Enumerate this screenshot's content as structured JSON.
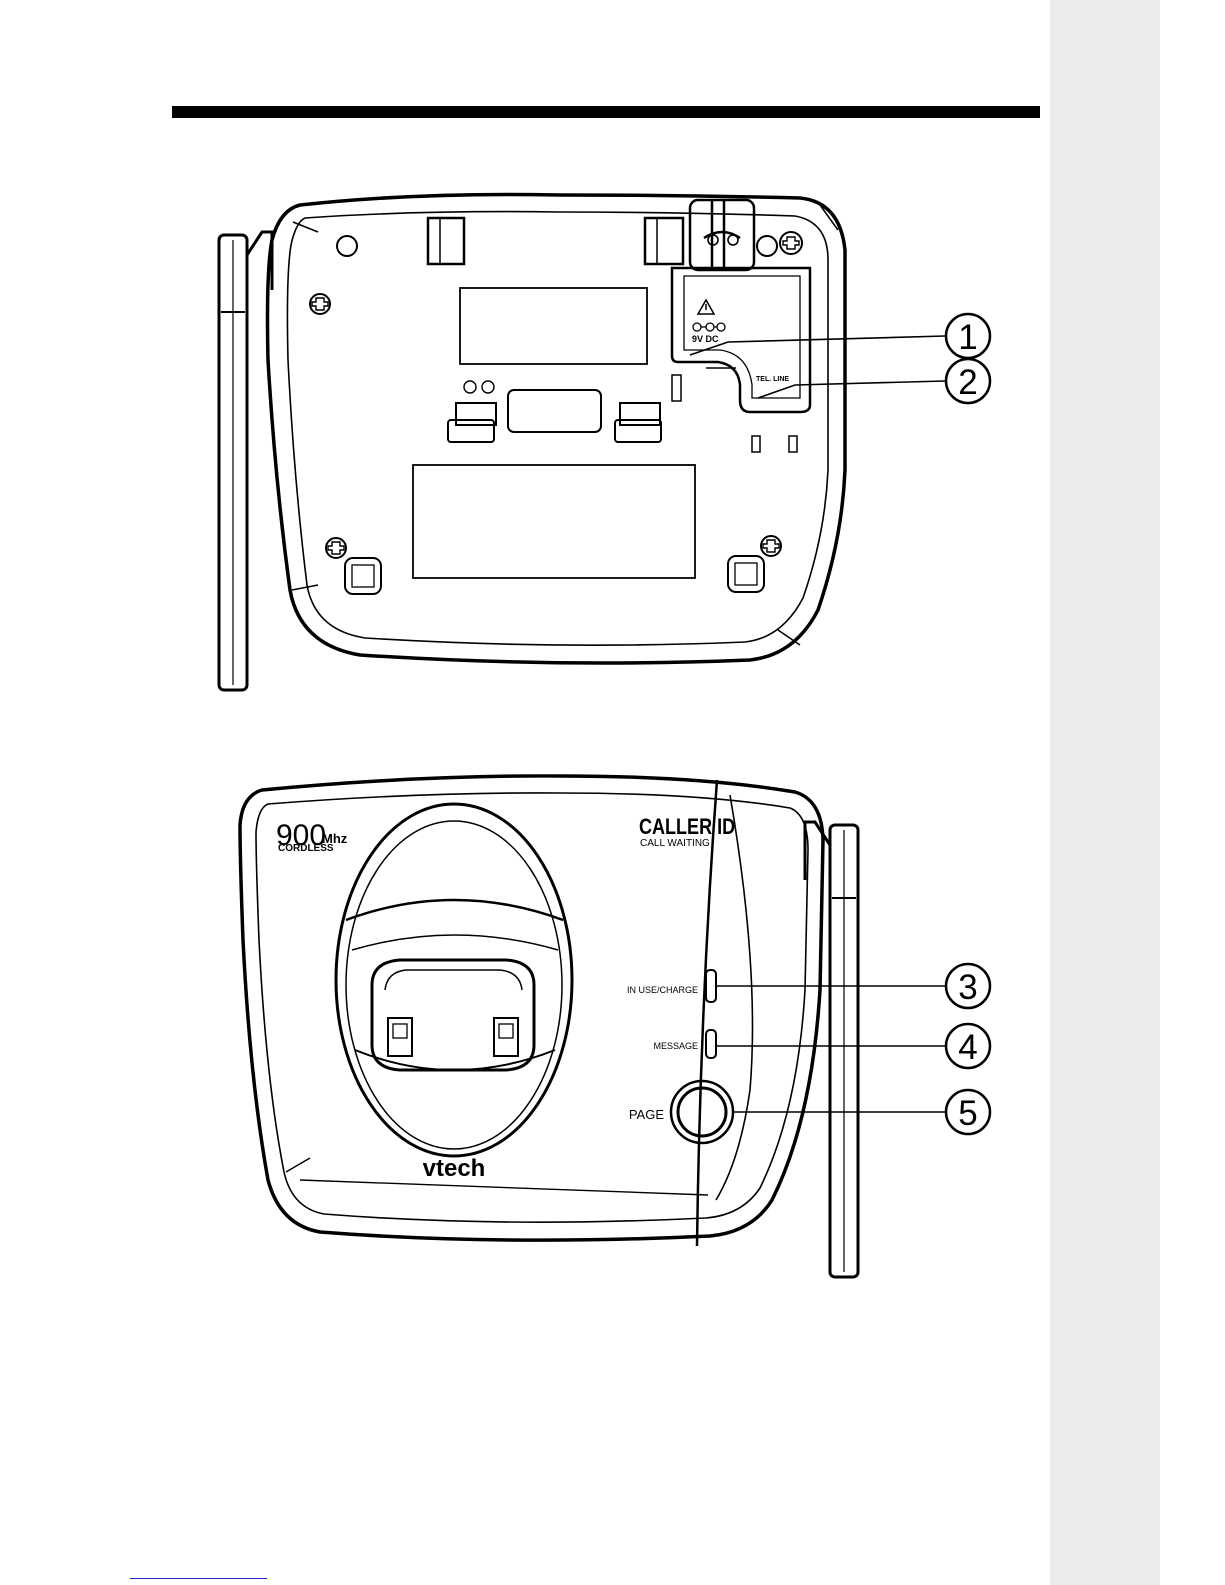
{
  "bottom_view": {
    "jack_power_label": "9V DC",
    "jack_line_label": "TEL. LINE"
  },
  "top_view": {
    "frequency_number": "900",
    "frequency_unit": "Mhz",
    "cordless_label": "CORDLESS",
    "feature_title": "CALLER ID",
    "feature_subtitle": "CALL WAITING",
    "led_inuse_label": "IN USE/CHARGE",
    "led_message_label": "MESSAGE",
    "page_button_label": "PAGE",
    "brand_logo": "vtech"
  },
  "callouts": [
    {
      "number": "1"
    },
    {
      "number": "2"
    },
    {
      "number": "3"
    },
    {
      "number": "4"
    },
    {
      "number": "5"
    }
  ],
  "colors": {
    "line": "#000000",
    "panel": "#ebebeb",
    "link": "#2020c0"
  }
}
